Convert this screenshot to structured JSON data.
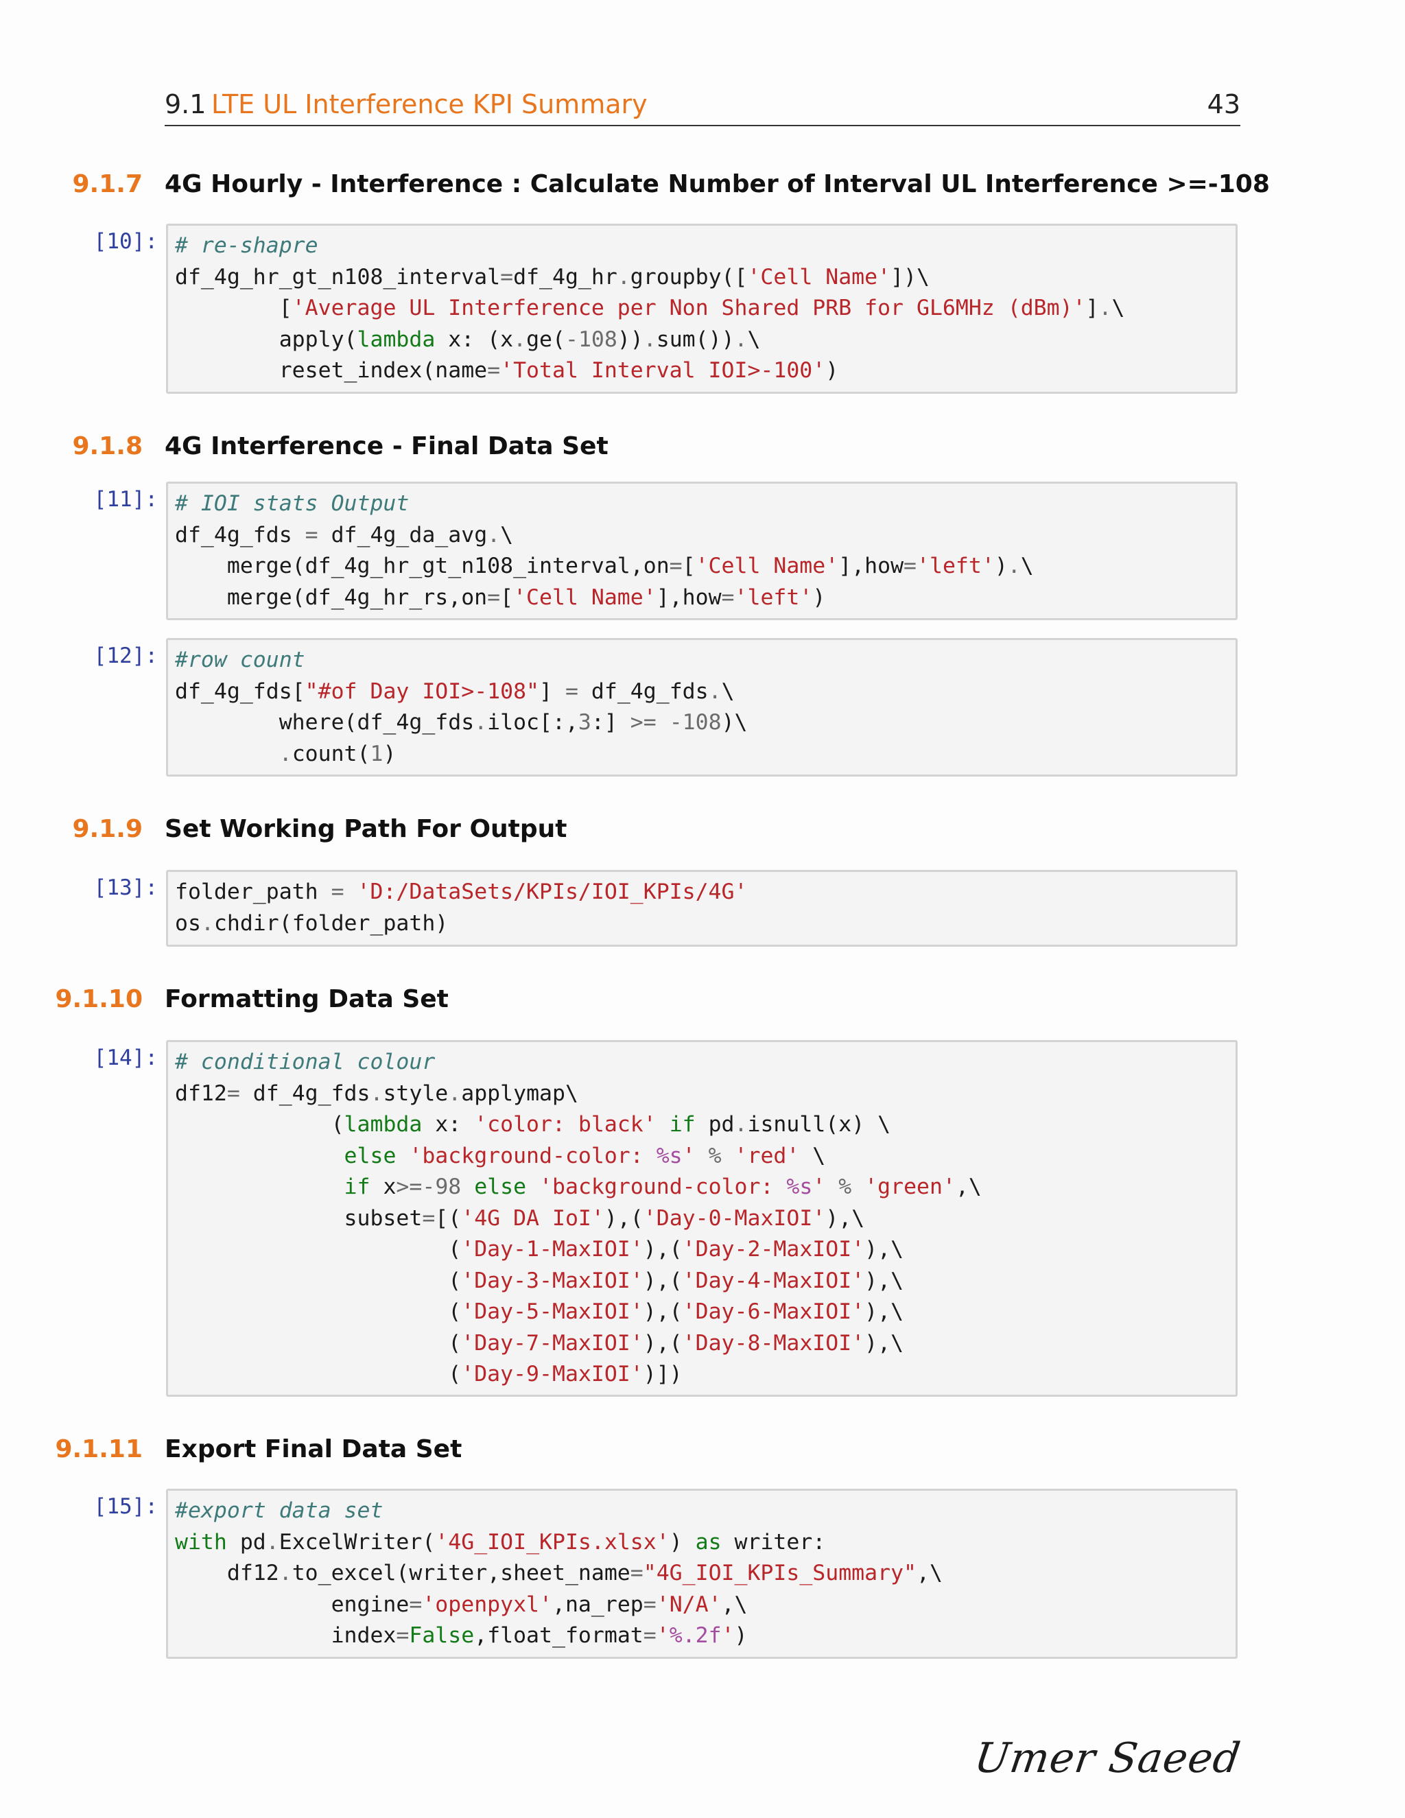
{
  "header": {
    "section_number": "9.1",
    "section_title": "LTE UL Interference KPI Summary",
    "page_number": "43"
  },
  "sections": [
    {
      "number": "9.1.7",
      "title": "4G Hourly - Interference : Calculate Number of Interval UL Interference >=-108"
    },
    {
      "number": "9.1.8",
      "title": "4G Interference - Final Data Set"
    },
    {
      "number": "9.1.9",
      "title": "Set Working Path For Output"
    },
    {
      "number": "9.1.10",
      "title": "Formatting Data Set"
    },
    {
      "number": "9.1.11",
      "title": "Export Final Data Set"
    }
  ],
  "cells": [
    {
      "prompt": "[10]:",
      "lines": [
        [
          [
            "cm",
            "# re-shapre"
          ]
        ],
        [
          [
            "t",
            "df_4g_hr_gt_n108_interval"
          ],
          [
            "op",
            "="
          ],
          [
            "t",
            "df_4g_hr"
          ],
          [
            "op",
            "."
          ],
          [
            "t",
            "groupby(["
          ],
          [
            "str",
            "'Cell Name'"
          ],
          [
            "t",
            "])\\"
          ]
        ],
        [
          [
            "t",
            "        ["
          ],
          [
            "str",
            "'Average UL Interference per Non Shared PRB for GL6MHz (dBm)'"
          ],
          [
            "t",
            "]"
          ],
          [
            "op",
            "."
          ],
          [
            "t",
            "\\"
          ]
        ],
        [
          [
            "t",
            "        apply("
          ],
          [
            "kw",
            "lambda"
          ],
          [
            "t",
            " x: (x"
          ],
          [
            "op",
            "."
          ],
          [
            "t",
            "ge("
          ],
          [
            "num",
            "-108"
          ],
          [
            "t",
            "))"
          ],
          [
            "op",
            "."
          ],
          [
            "t",
            "sum())"
          ],
          [
            "op",
            "."
          ],
          [
            "t",
            "\\"
          ]
        ],
        [
          [
            "t",
            "        reset_index(name"
          ],
          [
            "op",
            "="
          ],
          [
            "str",
            "'Total Interval IOI>-100'"
          ],
          [
            "t",
            ")"
          ]
        ]
      ]
    },
    {
      "prompt": "[11]:",
      "lines": [
        [
          [
            "cm",
            "# IOI stats Output"
          ]
        ],
        [
          [
            "t",
            "df_4g_fds "
          ],
          [
            "op",
            "="
          ],
          [
            "t",
            " df_4g_da_avg"
          ],
          [
            "op",
            "."
          ],
          [
            "t",
            "\\"
          ]
        ],
        [
          [
            "t",
            "    merge(df_4g_hr_gt_n108_interval,on"
          ],
          [
            "op",
            "="
          ],
          [
            "t",
            "["
          ],
          [
            "str",
            "'Cell Name'"
          ],
          [
            "t",
            "],how"
          ],
          [
            "op",
            "="
          ],
          [
            "str",
            "'left'"
          ],
          [
            "t",
            ")"
          ],
          [
            "op",
            "."
          ],
          [
            "t",
            "\\"
          ]
        ],
        [
          [
            "t",
            "    merge(df_4g_hr_rs,on"
          ],
          [
            "op",
            "="
          ],
          [
            "t",
            "["
          ],
          [
            "str",
            "'Cell Name'"
          ],
          [
            "t",
            "],how"
          ],
          [
            "op",
            "="
          ],
          [
            "str",
            "'left'"
          ],
          [
            "t",
            ")"
          ]
        ]
      ]
    },
    {
      "prompt": "[12]:",
      "lines": [
        [
          [
            "cm",
            "#row count"
          ]
        ],
        [
          [
            "t",
            "df_4g_fds["
          ],
          [
            "str",
            "\"#of Day IOI>-108\""
          ],
          [
            "t",
            "] "
          ],
          [
            "op",
            "="
          ],
          [
            "t",
            " df_4g_fds"
          ],
          [
            "op",
            "."
          ],
          [
            "t",
            "\\"
          ]
        ],
        [
          [
            "t",
            "        where(df_4g_fds"
          ],
          [
            "op",
            "."
          ],
          [
            "t",
            "iloc[:,"
          ],
          [
            "num",
            "3"
          ],
          [
            "t",
            ":] "
          ],
          [
            "op",
            ">="
          ],
          [
            "t",
            " "
          ],
          [
            "num",
            "-108"
          ],
          [
            "t",
            ")\\"
          ]
        ],
        [
          [
            "t",
            "        "
          ],
          [
            "op",
            "."
          ],
          [
            "t",
            "count("
          ],
          [
            "num",
            "1"
          ],
          [
            "t",
            ")"
          ]
        ]
      ]
    },
    {
      "prompt": "[13]:",
      "lines": [
        [
          [
            "t",
            "folder_path "
          ],
          [
            "op",
            "="
          ],
          [
            "t",
            " "
          ],
          [
            "str",
            "'D:/DataSets/KPIs/IOI_KPIs/4G'"
          ]
        ],
        [
          [
            "t",
            "os"
          ],
          [
            "op",
            "."
          ],
          [
            "t",
            "chdir(folder_path)"
          ]
        ]
      ]
    },
    {
      "prompt": "[14]:",
      "lines": [
        [
          [
            "cm",
            "# conditional colour"
          ]
        ],
        [
          [
            "t",
            "df12"
          ],
          [
            "op",
            "="
          ],
          [
            "t",
            " df_4g_fds"
          ],
          [
            "op",
            "."
          ],
          [
            "t",
            "style"
          ],
          [
            "op",
            "."
          ],
          [
            "t",
            "applymap\\"
          ]
        ],
        [
          [
            "t",
            "            ("
          ],
          [
            "kw",
            "lambda"
          ],
          [
            "t",
            " x: "
          ],
          [
            "str",
            "'color: black'"
          ],
          [
            "t",
            " "
          ],
          [
            "kw",
            "if"
          ],
          [
            "t",
            " pd"
          ],
          [
            "op",
            "."
          ],
          [
            "t",
            "isnull(x) \\"
          ]
        ],
        [
          [
            "t",
            "             "
          ],
          [
            "kw",
            "else"
          ],
          [
            "t",
            " "
          ],
          [
            "str",
            "'background-color: "
          ],
          [
            "pc",
            "%s"
          ],
          [
            "str",
            "'"
          ],
          [
            "t",
            " "
          ],
          [
            "op",
            "%"
          ],
          [
            "t",
            " "
          ],
          [
            "str",
            "'red'"
          ],
          [
            "t",
            " \\"
          ]
        ],
        [
          [
            "t",
            "             "
          ],
          [
            "kw",
            "if"
          ],
          [
            "t",
            " x"
          ],
          [
            "op",
            ">="
          ],
          [
            "num",
            "-98"
          ],
          [
            "t",
            " "
          ],
          [
            "kw",
            "else"
          ],
          [
            "t",
            " "
          ],
          [
            "str",
            "'background-color: "
          ],
          [
            "pc",
            "%s"
          ],
          [
            "str",
            "'"
          ],
          [
            "t",
            " "
          ],
          [
            "op",
            "%"
          ],
          [
            "t",
            " "
          ],
          [
            "str",
            "'green'"
          ],
          [
            "t",
            ",\\"
          ]
        ],
        [
          [
            "t",
            "             subset"
          ],
          [
            "op",
            "="
          ],
          [
            "t",
            "[("
          ],
          [
            "str",
            "'4G DA IoI'"
          ],
          [
            "t",
            "),("
          ],
          [
            "str",
            "'Day-0-MaxIOI'"
          ],
          [
            "t",
            "),\\"
          ]
        ],
        [
          [
            "t",
            "                     ("
          ],
          [
            "str",
            "'Day-1-MaxIOI'"
          ],
          [
            "t",
            "),("
          ],
          [
            "str",
            "'Day-2-MaxIOI'"
          ],
          [
            "t",
            "),\\"
          ]
        ],
        [
          [
            "t",
            "                     ("
          ],
          [
            "str",
            "'Day-3-MaxIOI'"
          ],
          [
            "t",
            "),("
          ],
          [
            "str",
            "'Day-4-MaxIOI'"
          ],
          [
            "t",
            "),\\"
          ]
        ],
        [
          [
            "t",
            "                     ("
          ],
          [
            "str",
            "'Day-5-MaxIOI'"
          ],
          [
            "t",
            "),("
          ],
          [
            "str",
            "'Day-6-MaxIOI'"
          ],
          [
            "t",
            "),\\"
          ]
        ],
        [
          [
            "t",
            "                     ("
          ],
          [
            "str",
            "'Day-7-MaxIOI'"
          ],
          [
            "t",
            "),("
          ],
          [
            "str",
            "'Day-8-MaxIOI'"
          ],
          [
            "t",
            "),\\"
          ]
        ],
        [
          [
            "t",
            "                     ("
          ],
          [
            "str",
            "'Day-9-MaxIOI'"
          ],
          [
            "t",
            ")])"
          ]
        ]
      ]
    },
    {
      "prompt": "[15]:",
      "lines": [
        [
          [
            "cm",
            "#export data set"
          ]
        ],
        [
          [
            "kw",
            "with"
          ],
          [
            "t",
            " pd"
          ],
          [
            "op",
            "."
          ],
          [
            "t",
            "ExcelWriter("
          ],
          [
            "str",
            "'4G_IOI_KPIs.xlsx'"
          ],
          [
            "t",
            ") "
          ],
          [
            "kw",
            "as"
          ],
          [
            "t",
            " writer:"
          ]
        ],
        [
          [
            "t",
            "    df12"
          ],
          [
            "op",
            "."
          ],
          [
            "t",
            "to_excel(writer,sheet_name"
          ],
          [
            "op",
            "="
          ],
          [
            "str",
            "\"4G_IOI_KPIs_Summary\""
          ],
          [
            "t",
            ",\\"
          ]
        ],
        [
          [
            "t",
            "            engine"
          ],
          [
            "op",
            "="
          ],
          [
            "str",
            "'openpyxl'"
          ],
          [
            "t",
            ",na_rep"
          ],
          [
            "op",
            "="
          ],
          [
            "str",
            "'N/A'"
          ],
          [
            "t",
            ",\\"
          ]
        ],
        [
          [
            "t",
            "            index"
          ],
          [
            "op",
            "="
          ],
          [
            "kw",
            "False"
          ],
          [
            "t",
            ",float_format"
          ],
          [
            "op",
            "="
          ],
          [
            "str",
            "'"
          ],
          [
            "pc",
            "%.2f"
          ],
          [
            "str",
            "'"
          ],
          [
            "t",
            ")"
          ]
        ]
      ]
    }
  ],
  "signature": "Umer Saeed"
}
